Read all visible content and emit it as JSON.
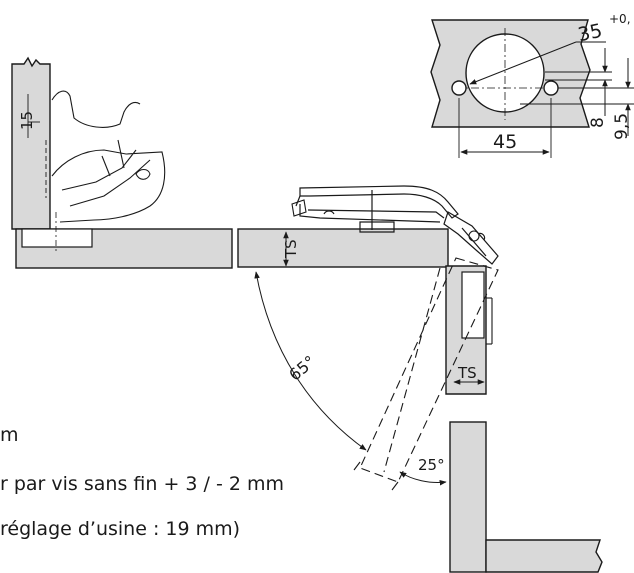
{
  "diagram": {
    "dimensions": {
      "hole_diameter": "35",
      "hole_tolerance": "+0,",
      "hole_spacing": "45",
      "offset_small": "8",
      "offset_large": "9,5",
      "depth_label": "15",
      "thickness_label": "TS",
      "thickness_label_side": "TS"
    },
    "angles": {
      "opening": "65°",
      "remaining": "25°"
    },
    "colors": {
      "panel_fill": "#d9d9d9",
      "stroke": "#1a1a1a"
    }
  },
  "notes": [
    "m",
    "r par vis sans fin + 3 / - 2 mm",
    "réglage d’usine : 19 mm)"
  ]
}
